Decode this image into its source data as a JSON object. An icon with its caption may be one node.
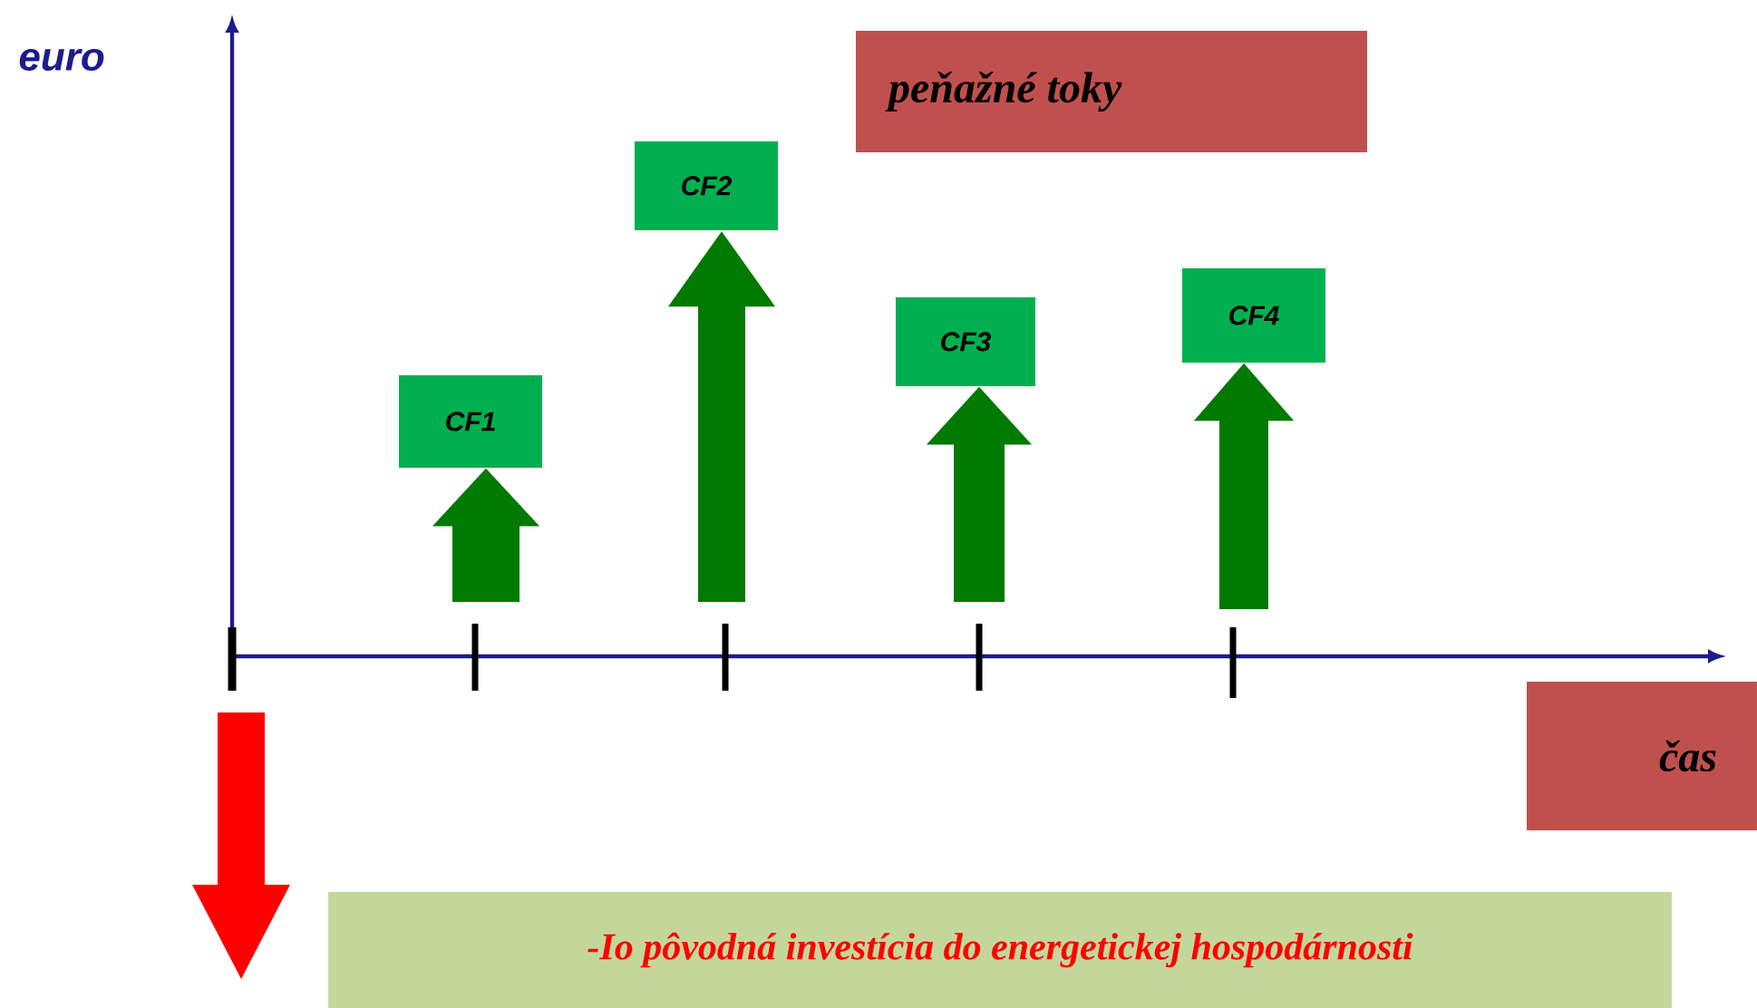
{
  "diagram": {
    "nodes": [
      {
        "text": [
          "peňažné toky"
        ]
      },
      {
        "text": [
          "CF1"
        ]
      },
      {
        "text": [
          "CF2"
        ]
      },
      {
        "text": [
          "CF3"
        ]
      },
      {
        "text": [
          "CF4"
        ]
      },
      {
        "text": [
          "čas"
        ]
      },
      {
        "text": [
          "-Io pôvodná investícia do energetickej hospodárnosti"
        ]
      }
    ],
    "edges": [
      {
        "from": null,
        "to": 1,
        "arrow": "to"
      },
      {
        "from": null,
        "to": 2,
        "arrow": "to"
      },
      {
        "from": null,
        "to": 3,
        "arrow": "to"
      },
      {
        "from": null,
        "to": 4,
        "arrow": "to"
      }
    ],
    "labels": [
      "euro"
    ]
  }
}
